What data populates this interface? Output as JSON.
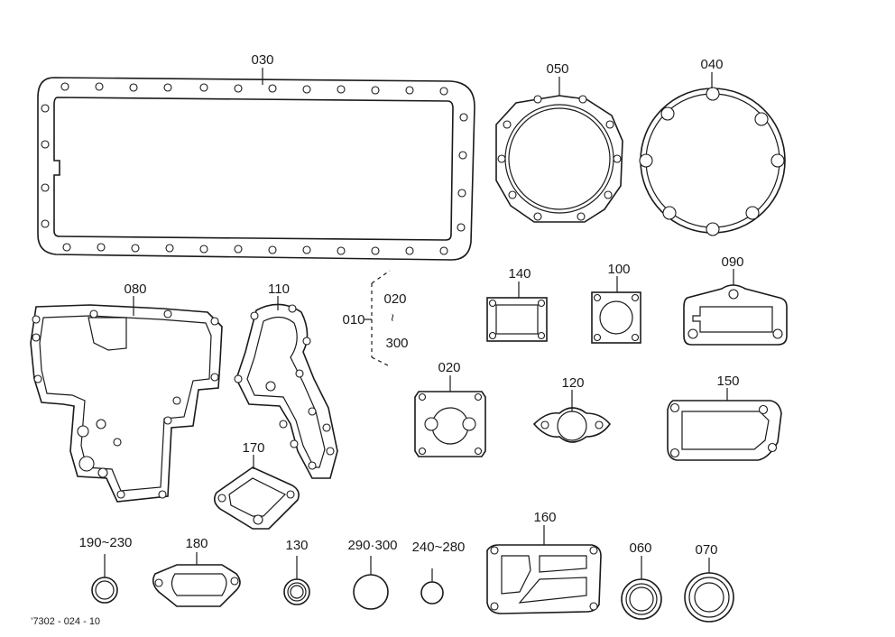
{
  "parts": {
    "p030": "030",
    "p050": "050",
    "p040": "040",
    "p080": "080",
    "p110": "110",
    "p010": "010",
    "p020a": "020",
    "tilde": "~",
    "p300": "300",
    "p140": "140",
    "p100": "100",
    "p090": "090",
    "p020": "020",
    "p120": "120",
    "p150": "150",
    "p170": "170",
    "p190_230": "190~230",
    "p180": "180",
    "p130": "130",
    "p290_300": "290·300",
    "p240_280": "240~280",
    "p160": "160",
    "p060": "060",
    "p070": "070"
  },
  "drawing_number": "’7302 - 024 - 10",
  "colors": {
    "line": "#1a1a1a",
    "background": "#ffffff"
  }
}
